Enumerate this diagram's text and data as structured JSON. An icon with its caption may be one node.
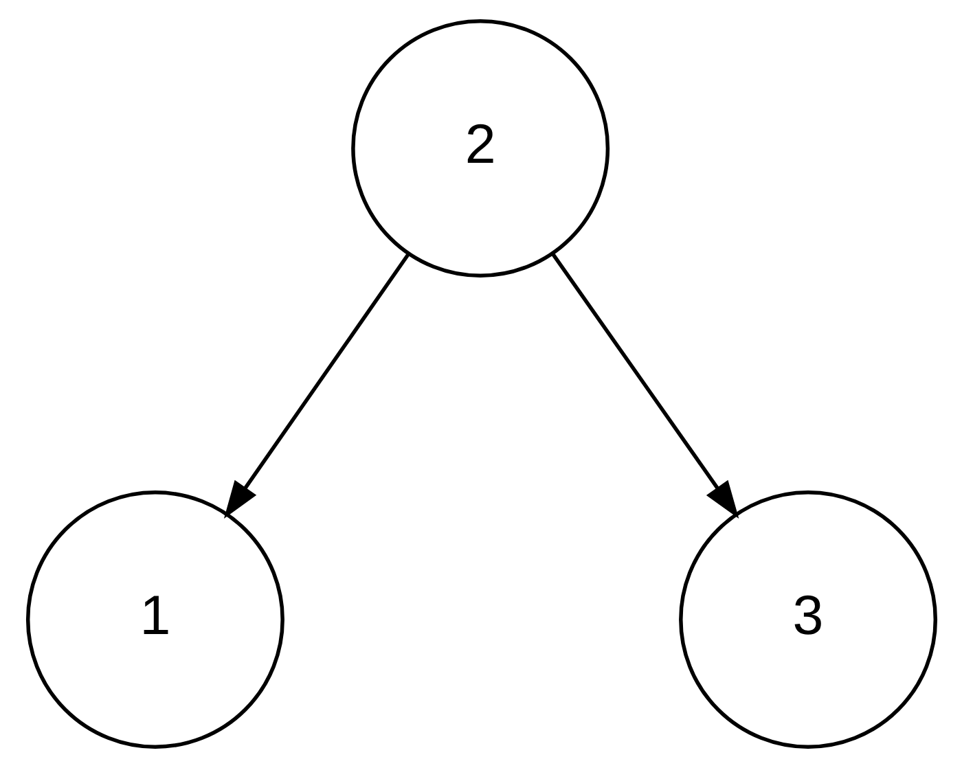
{
  "diagram": {
    "nodes": [
      {
        "text": [
          "2"
        ]
      },
      {
        "text": [
          "1"
        ]
      },
      {
        "text": [
          "3"
        ]
      }
    ],
    "edges": [
      {
        "from": 0,
        "to": 1,
        "arrow": "to"
      },
      {
        "from": 0,
        "to": 2,
        "arrow": "to"
      }
    ]
  }
}
